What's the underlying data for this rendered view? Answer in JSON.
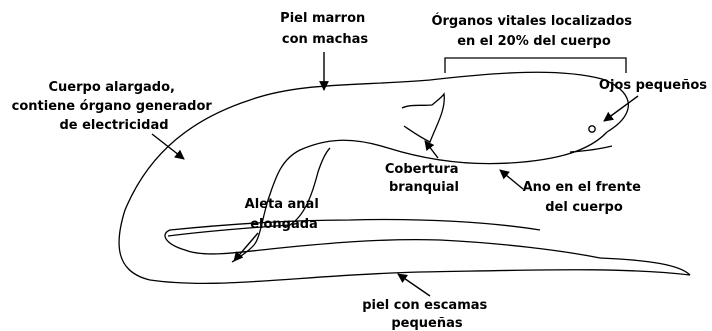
{
  "labels": {
    "piel_marron": [
      "Piel marron",
      "con machas"
    ],
    "organos_vitales": [
      "Órganos vitales localizados",
      "en el 20% del cuerpo"
    ],
    "ojos": [
      "Ojos pequeños"
    ],
    "cuerpo_alargado": [
      "Cuerpo alargado,",
      "contiene órgano generador",
      "de electricidad"
    ],
    "cobertura": [
      "Cobertura",
      "branquial"
    ],
    "ano": [
      "Ano en el frente",
      "del cuerpo"
    ],
    "aleta_anal": [
      "Aleta anal",
      "elongada"
    ],
    "piel_escamas": [
      "piel con escamas",
      "pequeñas"
    ]
  },
  "colors": {
    "line": "#000000",
    "background": "#ffffff"
  }
}
